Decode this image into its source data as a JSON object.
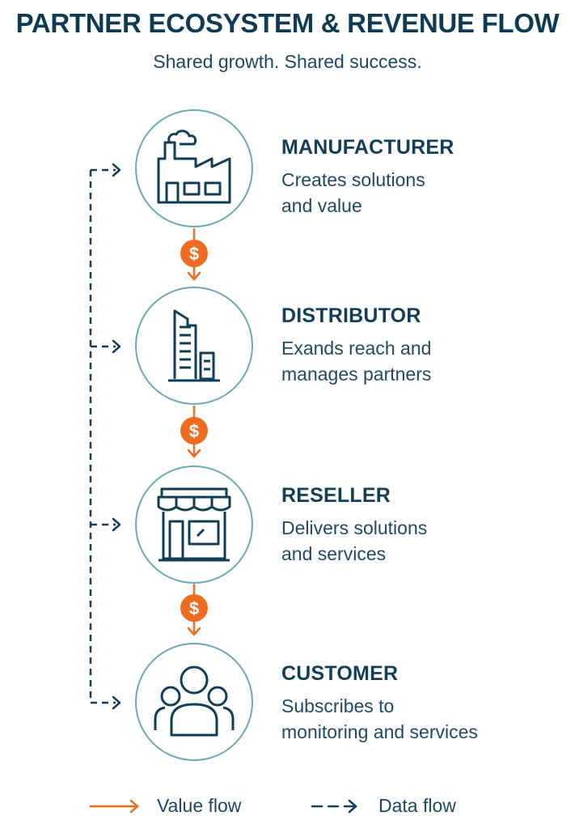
{
  "header": {
    "title": "PARTNER ECOSYSTEM & REVENUE FLOW",
    "subtitle": "Shared growth. Shared success."
  },
  "stages": [
    {
      "title": "MANUFACTURER",
      "desc_lines": [
        "Creates solutions",
        "and value"
      ],
      "icon": "factory-icon"
    },
    {
      "title": "DISTRIBUTOR",
      "desc_lines": [
        "Exands reach and",
        "manages partners"
      ],
      "icon": "buildings-icon"
    },
    {
      "title": "RESELLER",
      "desc_lines": [
        "Delivers solutions",
        "and services"
      ],
      "icon": "storefront-icon"
    },
    {
      "title": "CUSTOMER",
      "desc_lines": [
        "Subscribes to",
        "monitoring and services"
      ],
      "icon": "people-icon"
    }
  ],
  "value_flow_symbol": "$",
  "legend": {
    "value_flow": "Value flow",
    "data_flow": "Data flow"
  },
  "colors": {
    "navy": "#123e57",
    "teal_ring": "#6aa9b3",
    "orange": "#ef6b1f"
  }
}
